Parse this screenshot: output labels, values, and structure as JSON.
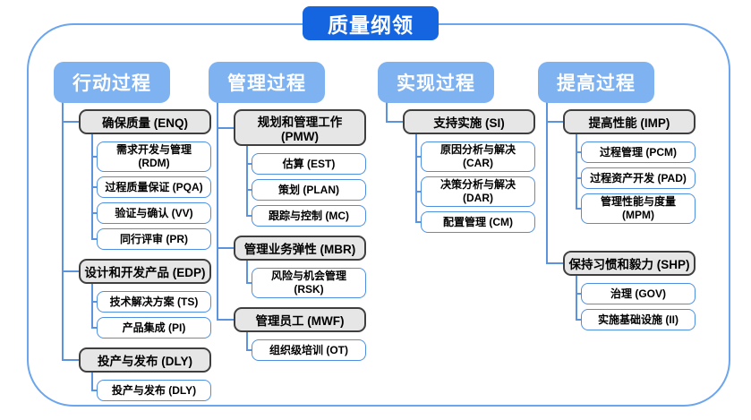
{
  "title": "质量纲领",
  "colors": {
    "title_bg": "#1565E0",
    "header_bg": "#7EB2F0",
    "frame_border": "#6BA5EE",
    "line_color": "#5B93DC",
    "category_bg": "#E7E6E6",
    "category_border": "#3F3F3F",
    "leaf_border": "#4E8FE2"
  },
  "columns": [
    {
      "header": "行动过程",
      "groups": [
        {
          "label": "确保质量 (ENQ)",
          "children": [
            "需求开发与管理 (RDM)",
            "过程质量保证 (PQA)",
            "验证与确认 (VV)",
            "同行评审 (PR)"
          ]
        },
        {
          "label": "设计和开发产品 (EDP)",
          "children": [
            "技术解决方案 (TS)",
            "产品集成 (PI)"
          ]
        },
        {
          "label": "投产与发布 (DLY)",
          "children": [
            "投产与发布 (DLY)"
          ]
        }
      ]
    },
    {
      "header": "管理过程",
      "groups": [
        {
          "label": "规划和管理工作 (PMW)",
          "children": [
            "估算 (EST)",
            "策划 (PLAN)",
            "跟踪与控制 (MC)"
          ]
        },
        {
          "label": "管理业务弹性 (MBR)",
          "children": [
            "风险与机会管理 (RSK)"
          ]
        },
        {
          "label": "管理员工 (MWF)",
          "children": [
            "组织级培训 (OT)"
          ]
        }
      ]
    },
    {
      "header": "实现过程",
      "groups": [
        {
          "label": "支持实施 (SI)",
          "children": [
            "原因分析与解决 (CAR)",
            "决策分析与解决 (DAR)",
            "配置管理 (CM)"
          ]
        }
      ]
    },
    {
      "header": "提高过程",
      "groups": [
        {
          "label": "提高性能 (IMP)",
          "children": [
            "过程管理 (PCM)",
            "过程资产开发 (PAD)",
            "管理性能与度量 (MPM)"
          ]
        },
        {
          "label": "保持习惯和毅力 (SHP)",
          "children": [
            "治理 (GOV)",
            "实施基础设施 (II)"
          ]
        }
      ]
    }
  ]
}
